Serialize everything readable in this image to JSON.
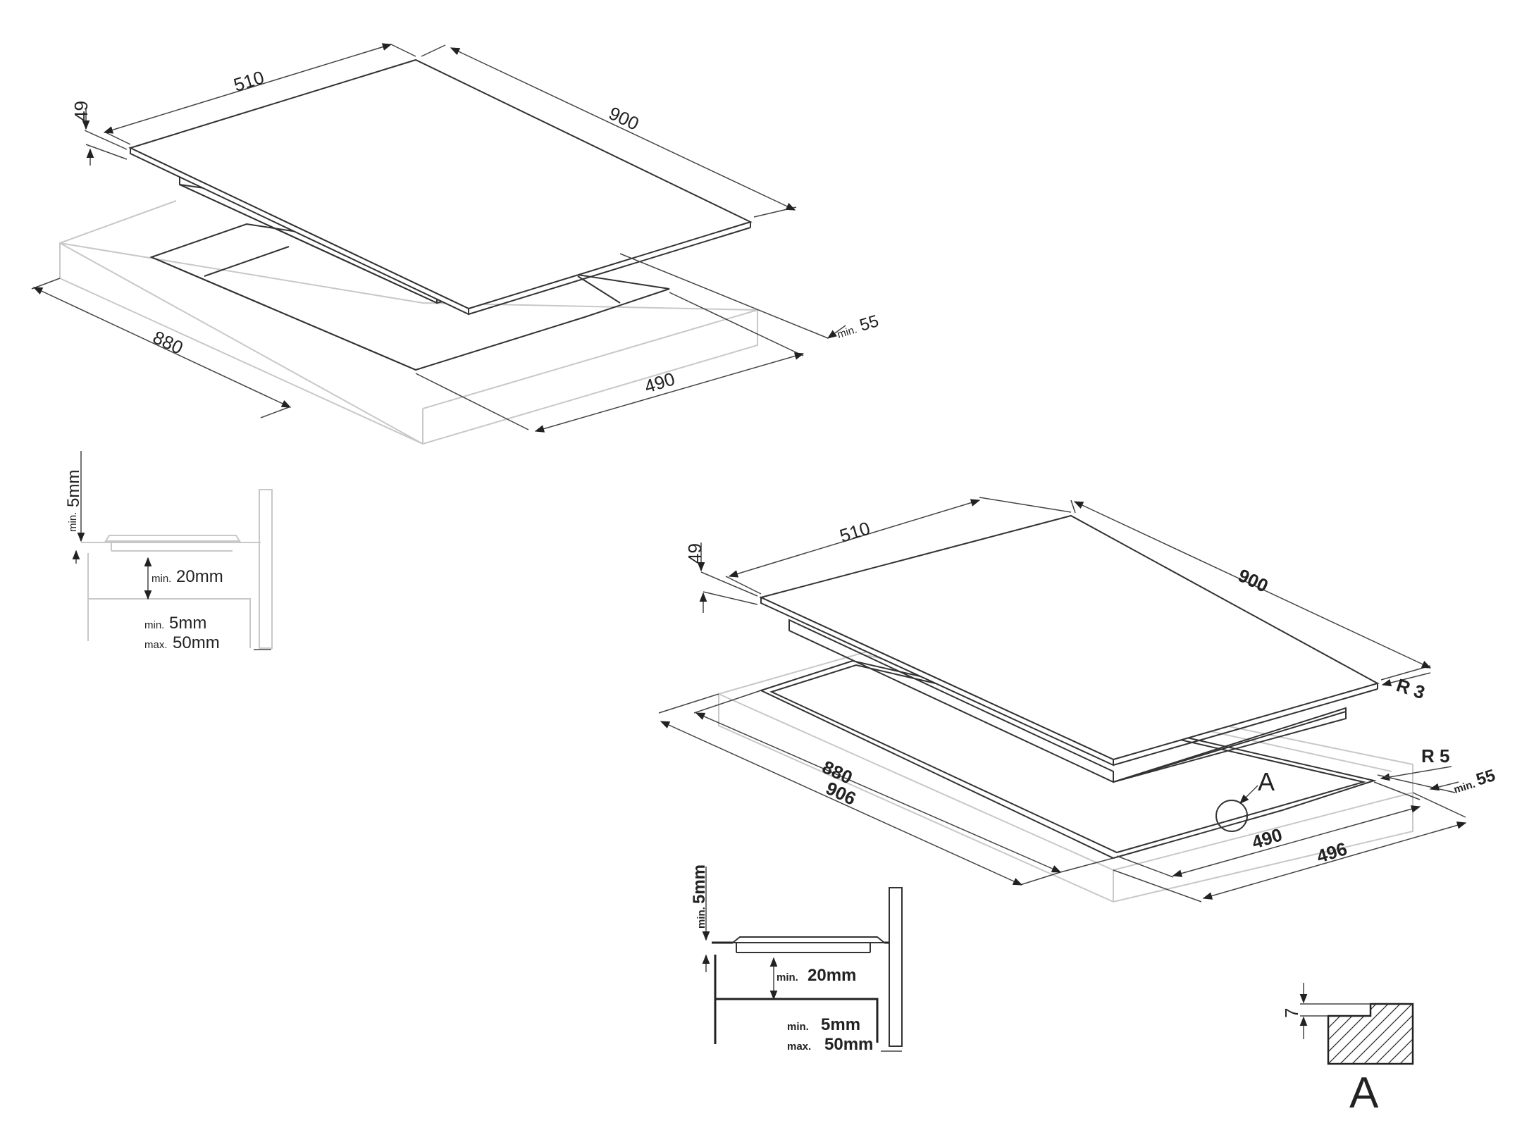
{
  "top_install": {
    "hob_width": "510",
    "hob_depth": "900",
    "hob_height": "49",
    "cutout_length": "880",
    "cutout_depth": "490",
    "min_clearance_prefix": "min.",
    "min_clearance_value": "55"
  },
  "flush_install": {
    "hob_width": "510",
    "hob_depth": "900",
    "hob_height": "49",
    "radius_top": "R 3",
    "radius_recess": "R 5",
    "inner_length": "880",
    "outer_length": "906",
    "inner_depth": "490",
    "outer_depth": "496",
    "min_clearance_prefix": "min.",
    "min_clearance_value": "55",
    "detail_marker": "A"
  },
  "section_left": {
    "top_gap_prefix": "min.",
    "top_gap_value": "5mm",
    "under_gap_prefix": "min.",
    "under_gap_value": "20mm",
    "wall_min_prefix": "min.",
    "wall_min_value": "5mm",
    "wall_max_prefix": "max.",
    "wall_max_value": "50mm"
  },
  "section_right": {
    "top_gap_prefix": "min.",
    "top_gap_value": "5mm",
    "under_gap_prefix": "min.",
    "under_gap_value": "20mm",
    "wall_min_prefix": "min.",
    "wall_min_value": "5mm",
    "wall_max_prefix": "max.",
    "wall_max_value": "50mm"
  },
  "detail_a": {
    "step_height": "7",
    "label": "A"
  }
}
